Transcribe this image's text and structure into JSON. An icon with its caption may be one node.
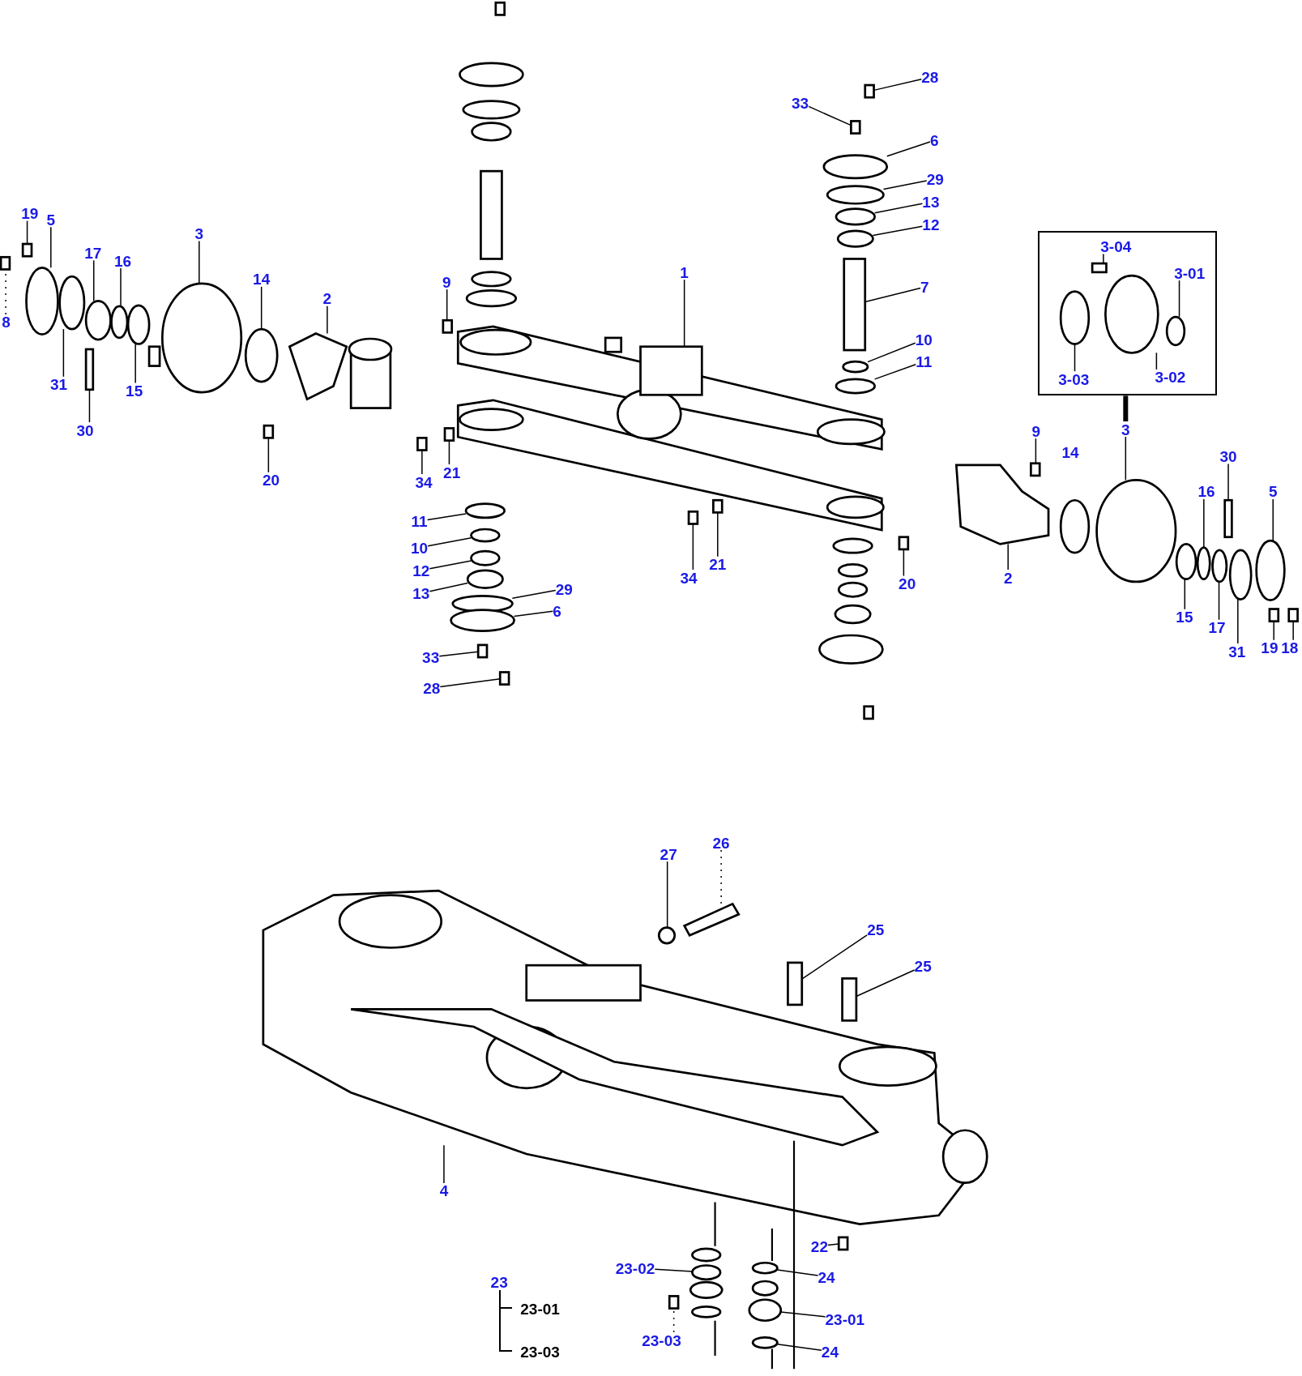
{
  "diagram": {
    "nodes": [
      {
        "text": [
          "19"
        ]
      },
      {
        "text": [
          "5"
        ]
      },
      {
        "text": [
          "8"
        ]
      },
      {
        "text": [
          "3"
        ]
      },
      {
        "text": [
          "17"
        ]
      },
      {
        "text": [
          "16"
        ]
      },
      {
        "text": [
          "14"
        ]
      },
      {
        "text": [
          "31"
        ]
      },
      {
        "text": [
          "30"
        ]
      },
      {
        "text": [
          "15"
        ]
      },
      {
        "text": [
          "2"
        ]
      },
      {
        "text": [
          "9"
        ]
      },
      {
        "text": [
          "20"
        ]
      },
      {
        "text": [
          "34"
        ]
      },
      {
        "text": [
          "21"
        ]
      },
      {
        "text": [
          "1"
        ]
      },
      {
        "text": [
          "28"
        ]
      },
      {
        "text": [
          "33"
        ]
      },
      {
        "text": [
          "6"
        ]
      },
      {
        "text": [
          "29"
        ]
      },
      {
        "text": [
          "13"
        ]
      },
      {
        "text": [
          "12"
        ]
      },
      {
        "text": [
          "7"
        ]
      },
      {
        "text": [
          "10"
        ]
      },
      {
        "text": [
          "11"
        ]
      },
      {
        "text": [],
        "shape": "box"
      },
      {
        "text": [
          "3-04"
        ],
        "in": 25
      },
      {
        "text": [
          "3-01"
        ],
        "in": 25
      },
      {
        "text": [
          "3-03"
        ],
        "in": 25
      },
      {
        "text": [
          "3-02"
        ],
        "in": 25
      },
      {
        "text": [
          "3"
        ]
      },
      {
        "text": [
          "9"
        ]
      },
      {
        "text": [
          "30"
        ]
      },
      {
        "text": [
          "16"
        ]
      },
      {
        "text": [
          "5"
        ]
      },
      {
        "text": [
          "2"
        ]
      },
      {
        "text": [
          "20"
        ]
      },
      {
        "text": [
          "15"
        ]
      },
      {
        "text": [
          "17"
        ]
      },
      {
        "text": [
          "31"
        ]
      },
      {
        "text": [
          "19"
        ]
      },
      {
        "text": [
          "18"
        ]
      },
      {
        "text": [
          "34"
        ]
      },
      {
        "text": [
          "21"
        ]
      },
      {
        "text": [
          "11"
        ]
      },
      {
        "text": [
          "10"
        ]
      },
      {
        "text": [
          "12"
        ]
      },
      {
        "text": [
          "13"
        ]
      },
      {
        "text": [
          "29"
        ]
      },
      {
        "text": [
          "6"
        ]
      },
      {
        "text": [
          "33"
        ]
      },
      {
        "text": [
          "28"
        ]
      },
      {
        "text": [
          "27"
        ]
      },
      {
        "text": [
          "26"
        ]
      },
      {
        "text": [
          "25"
        ]
      },
      {
        "text": [
          "25"
        ]
      },
      {
        "text": [
          "4"
        ]
      },
      {
        "text": [
          "22"
        ]
      },
      {
        "text": [
          "23-02"
        ]
      },
      {
        "text": [
          "24"
        ]
      },
      {
        "text": [
          "23-01"
        ]
      },
      {
        "text": [
          "23-03"
        ]
      },
      {
        "text": [
          "24"
        ]
      },
      {
        "text": [],
        "shape": "box"
      },
      {
        "text": [],
        "shape": "circle"
      },
      {
        "text": [],
        "shape": "box"
      },
      {
        "text": [],
        "shape": "circle"
      },
      {
        "text": [],
        "shape": "circle"
      },
      {
        "text": [],
        "shape": "circle"
      },
      {
        "text": [],
        "shape": "circle"
      },
      {
        "text": [],
        "shape": "circle"
      },
      {
        "text": [],
        "shape": "box"
      },
      {
        "text": [],
        "shape": "circle"
      },
      {
        "text": [],
        "shape": "picture"
      },
      {
        "text": [],
        "shape": "box"
      },
      {
        "text": [],
        "shape": "box"
      },
      {
        "text": [],
        "shape": "box"
      },
      {
        "text": [],
        "shape": "box"
      },
      {
        "text": [],
        "shape": "box"
      },
      {
        "text": [],
        "shape": "box"
      },
      {
        "text": [],
        "shape": "box"
      },
      {
        "text": [],
        "shape": "circle"
      },
      {
        "text": [],
        "shape": "circle"
      },
      {
        "text": [],
        "shape": "circle"
      },
      {
        "text": [],
        "shape": "circle"
      },
      {
        "text": [],
        "shape": "box"
      },
      {
        "text": [],
        "shape": "circle"
      },
      {
        "text": [],
        "shape": "circle"
      },
      {
        "text": [],
        "shape": "circle",
        "in": 25
      },
      {
        "text": [],
        "shape": "box",
        "in": 25
      },
      {
        "text": [],
        "shape": "circle",
        "in": 25
      },
      {
        "text": [],
        "shape": "circle",
        "in": 25
      },
      {
        "text": [],
        "shape": "circle"
      },
      {
        "text": [],
        "shape": "box"
      },
      {
        "text": [],
        "shape": "box"
      },
      {
        "text": [],
        "shape": "circle"
      },
      {
        "text": [],
        "shape": "circle"
      },
      {
        "text": [],
        "shape": "picture"
      },
      {
        "text": [],
        "shape": "box"
      },
      {
        "text": [],
        "shape": "circle"
      },
      {
        "text": [],
        "shape": "circle"
      },
      {
        "text": [],
        "shape": "circle"
      },
      {
        "text": [],
        "shape": "box"
      },
      {
        "text": [],
        "shape": "box"
      },
      {
        "text": [],
        "shape": "box"
      },
      {
        "text": [],
        "shape": "box"
      },
      {
        "text": [],
        "shape": "circle"
      },
      {
        "text": [],
        "shape": "circle"
      },
      {
        "text": [],
        "shape": "circle"
      },
      {
        "text": [],
        "shape": "circle"
      },
      {
        "text": [],
        "shape": "circle"
      },
      {
        "text": [],
        "shape": "circle"
      },
      {
        "text": [],
        "shape": "box"
      },
      {
        "text": [],
        "shape": "box"
      },
      {
        "text": [],
        "shape": "circle"
      },
      {
        "text": [],
        "shape": "picture"
      },
      {
        "text": [],
        "shape": "box"
      },
      {
        "text": [],
        "shape": "box"
      },
      {
        "text": [],
        "shape": "picture"
      },
      {
        "text": [],
        "shape": "box"
      },
      {
        "text": [],
        "shape": "circle"
      },
      {
        "text": [],
        "shape": "circle"
      },
      {
        "text": [],
        "shape": "circle"
      },
      {
        "text": [],
        "shape": "box"
      },
      {
        "text": [],
        "shape": "circle"
      }
    ],
    "edges": [
      {
        "from": 0,
        "to": 63,
        "arrow": "none"
      },
      {
        "from": 1,
        "to": 64,
        "arrow": "none"
      },
      {
        "from": 2,
        "to": 65,
        "arrow": "none",
        "style": "dashed"
      },
      {
        "from": 3,
        "to": 66,
        "arrow": "none"
      },
      {
        "from": 4,
        "to": 67,
        "arrow": "none"
      },
      {
        "from": 5,
        "to": 68,
        "arrow": "none"
      },
      {
        "from": 6,
        "to": 69,
        "arrow": "none"
      },
      {
        "from": 7,
        "to": 70,
        "arrow": "none"
      },
      {
        "from": 8,
        "to": 71,
        "arrow": "none"
      },
      {
        "from": 9,
        "to": 72,
        "arrow": "none"
      },
      {
        "from": 10,
        "to": 73,
        "arrow": "none"
      },
      {
        "from": 11,
        "to": 74,
        "arrow": "none"
      },
      {
        "from": 12,
        "to": 75,
        "arrow": "none"
      },
      {
        "from": 13,
        "to": 76,
        "arrow": "none"
      },
      {
        "from": 14,
        "to": 77,
        "arrow": "none"
      },
      {
        "from": 15,
        "to": 78,
        "arrow": "none"
      },
      {
        "from": 16,
        "to": 79,
        "arrow": "none"
      },
      {
        "from": 17,
        "to": 80,
        "arrow": "none"
      },
      {
        "from": 18,
        "to": 81,
        "arrow": "none"
      },
      {
        "from": 19,
        "to": 82,
        "arrow": "none"
      },
      {
        "from": 20,
        "to": 83,
        "arrow": "none"
      },
      {
        "from": 21,
        "to": 84,
        "arrow": "none"
      },
      {
        "from": 22,
        "to": 85,
        "arrow": "none"
      },
      {
        "from": 23,
        "to": 86,
        "arrow": "none"
      },
      {
        "from": 24,
        "to": 87,
        "arrow": "none"
      },
      {
        "from": 26,
        "to": 89,
        "arrow": "none"
      },
      {
        "from": 27,
        "to": 91,
        "arrow": "none"
      },
      {
        "from": 28,
        "to": 88,
        "arrow": "none"
      },
      {
        "from": 29,
        "to": 90,
        "arrow": "none"
      },
      {
        "from": 30,
        "to": 25,
        "arrow": "none",
        "style": "thick"
      },
      {
        "from": 30,
        "to": 92,
        "arrow": "none"
      },
      {
        "from": 31,
        "to": 93,
        "arrow": "none"
      },
      {
        "from": 32,
        "to": 94,
        "arrow": "none"
      },
      {
        "from": 33,
        "to": 95,
        "arrow": "none"
      },
      {
        "from": 34,
        "to": 96,
        "arrow": "none"
      },
      {
        "from": 35,
        "to": 97,
        "arrow": "none"
      },
      {
        "from": 36,
        "to": 98,
        "arrow": "none"
      },
      {
        "from": 37,
        "to": 99,
        "arrow": "none"
      },
      {
        "from": 38,
        "to": 100,
        "arrow": "none"
      },
      {
        "from": 39,
        "to": 101,
        "arrow": "none"
      },
      {
        "from": 40,
        "to": 102,
        "arrow": "none"
      },
      {
        "from": 41,
        "to": 103,
        "arrow": "none"
      },
      {
        "from": 42,
        "to": 104,
        "arrow": "none"
      },
      {
        "from": 43,
        "to": 105,
        "arrow": "none"
      },
      {
        "from": 44,
        "to": 106,
        "arrow": "none"
      },
      {
        "from": 45,
        "to": 107,
        "arrow": "none"
      },
      {
        "from": 46,
        "to": 108,
        "arrow": "none"
      },
      {
        "from": 47,
        "to": 109,
        "arrow": "none"
      },
      {
        "from": 48,
        "to": 110,
        "arrow": "none"
      },
      {
        "from": 49,
        "to": 111,
        "arrow": "none"
      },
      {
        "from": 50,
        "to": 112,
        "arrow": "none"
      },
      {
        "from": 51,
        "to": 113,
        "arrow": "none"
      },
      {
        "from": 52,
        "to": 114,
        "arrow": "none"
      },
      {
        "from": 53,
        "to": 115,
        "arrow": "none",
        "style": "dashed"
      },
      {
        "from": 54,
        "to": 116,
        "arrow": "none"
      },
      {
        "from": 55,
        "to": 117,
        "arrow": "none"
      },
      {
        "from": 56,
        "to": 118,
        "arrow": "none"
      },
      {
        "from": 57,
        "to": 119,
        "arrow": "none"
      },
      {
        "from": 58,
        "to": 120,
        "arrow": "none"
      },
      {
        "from": 59,
        "to": 121,
        "arrow": "none"
      },
      {
        "from": 60,
        "to": 122,
        "arrow": "none"
      },
      {
        "from": 61,
        "to": 123,
        "arrow": "none",
        "style": "dashed"
      },
      {
        "from": 62,
        "to": 124,
        "arrow": "none"
      }
    ],
    "labels": [
      "14",
      "23",
      "23-01",
      "23-03"
    ]
  }
}
